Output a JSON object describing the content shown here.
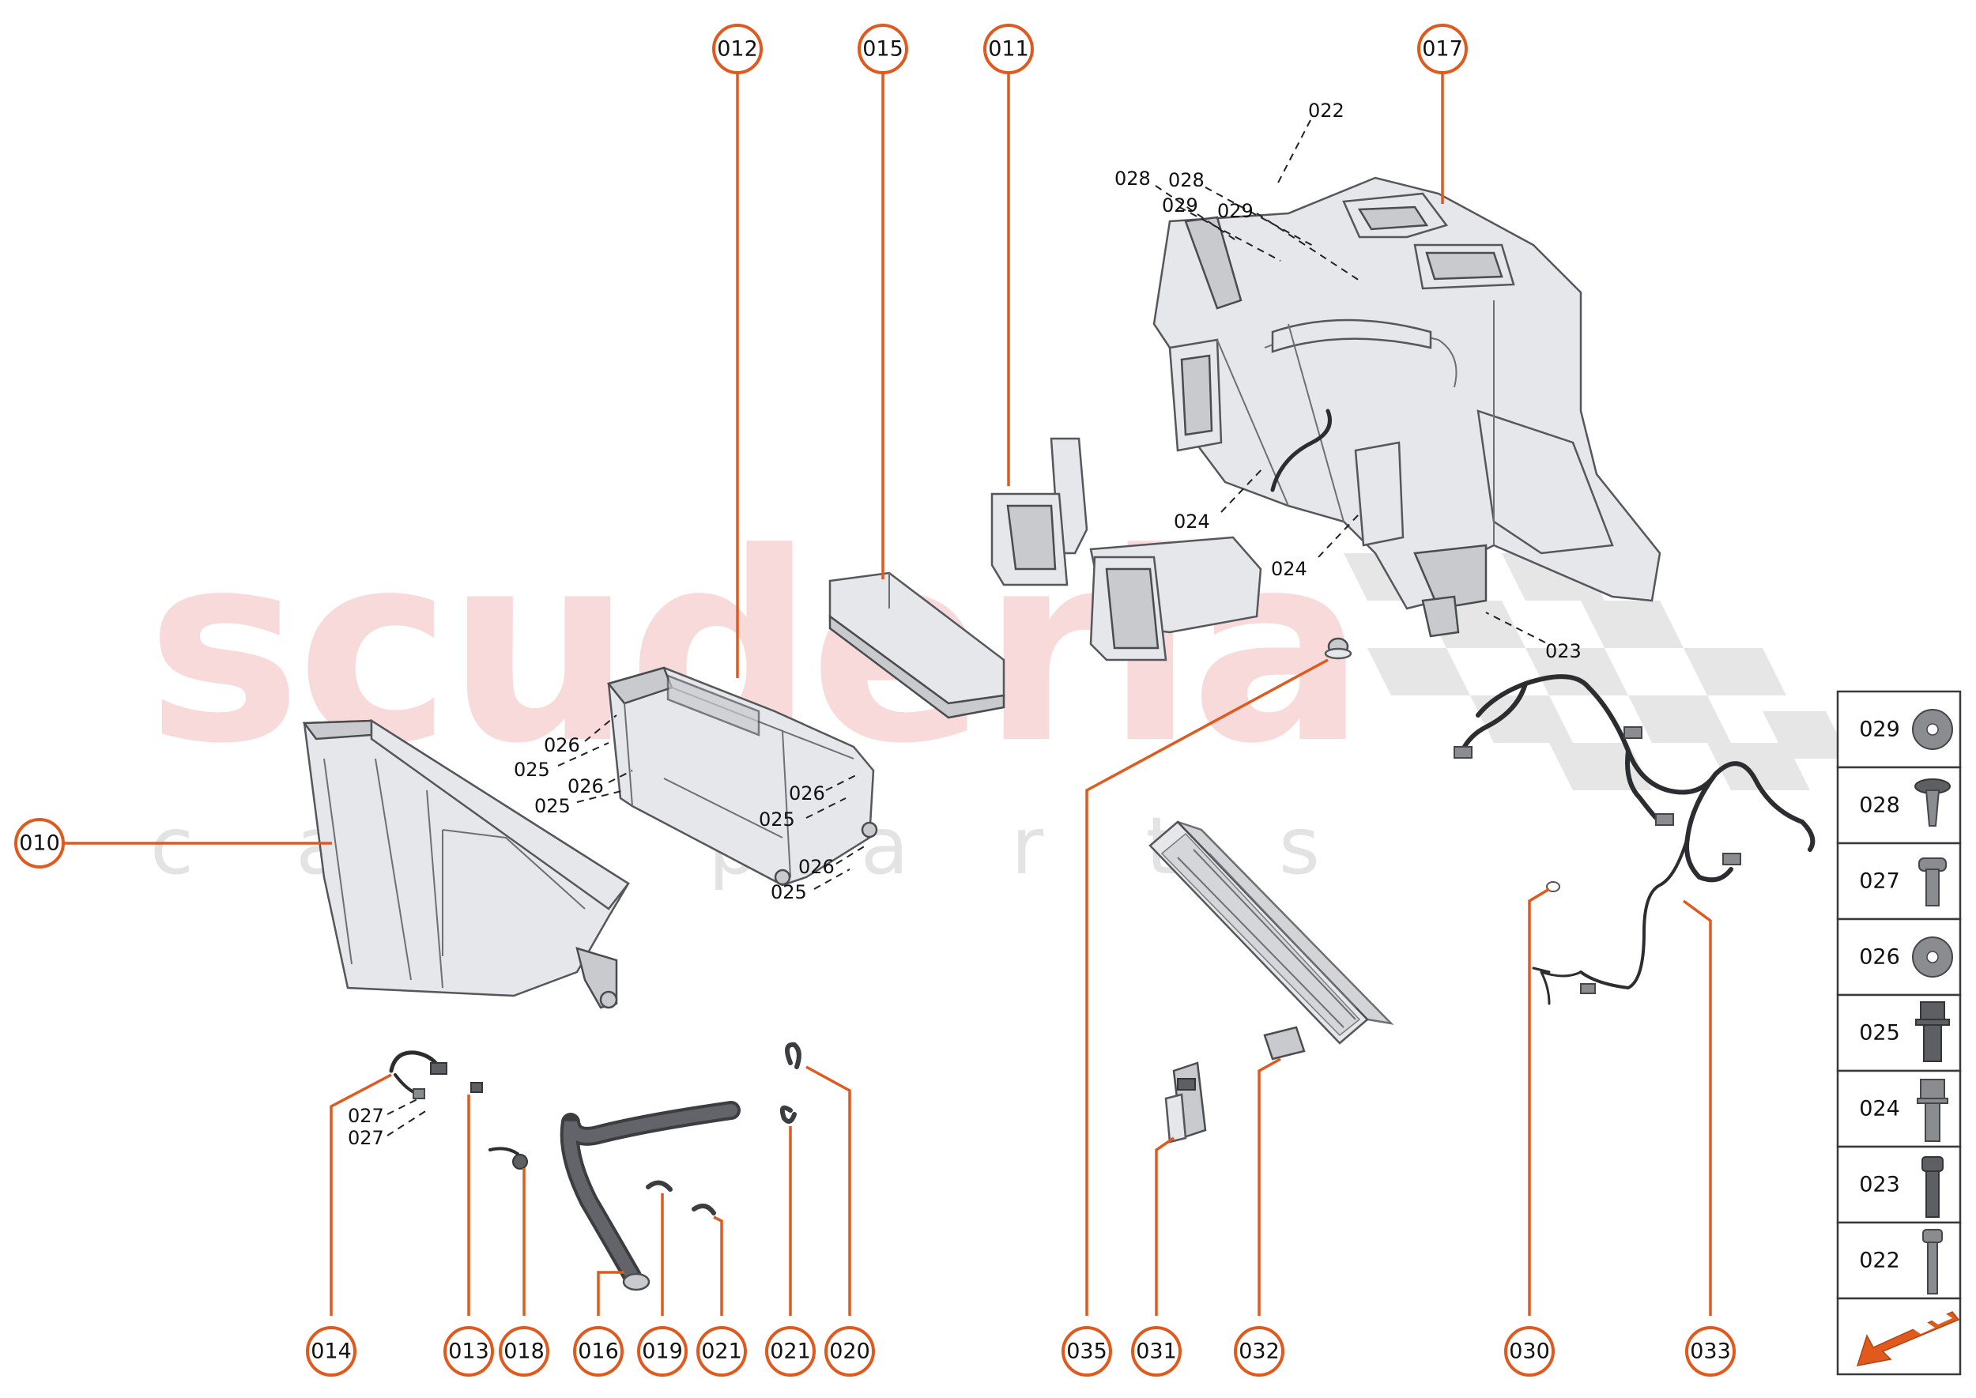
{
  "watermark": {
    "brand": "scuderia",
    "sub": "car parts"
  },
  "callouts": [
    "010",
    "011",
    "012",
    "013",
    "014",
    "015",
    "016",
    "017",
    "018",
    "019",
    "020",
    "021",
    "021",
    "030",
    "031",
    "032",
    "033",
    "035"
  ],
  "sublabels": [
    "022",
    "023",
    "024",
    "024",
    "025",
    "025",
    "025",
    "025",
    "026",
    "026",
    "026",
    "026",
    "027",
    "027",
    "028",
    "028",
    "029",
    "029"
  ],
  "legend": [
    "029",
    "028",
    "027",
    "026",
    "025",
    "024",
    "023",
    "022"
  ],
  "colors": {
    "accent": "#e15a1d",
    "text": "#111111",
    "watermark": "#f1a9a9"
  }
}
